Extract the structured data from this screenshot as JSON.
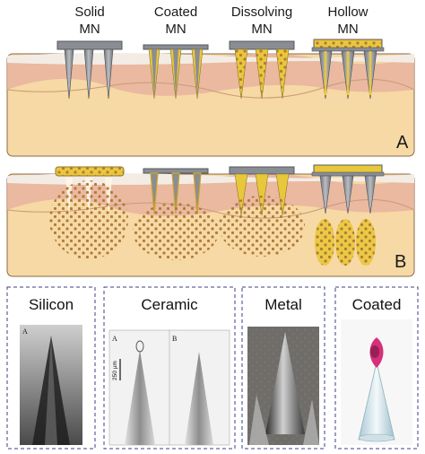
{
  "top_labels": [
    {
      "line1": "Solid",
      "line2": "MN"
    },
    {
      "line1": "Coated",
      "line2": "MN"
    },
    {
      "line1": "Dissolving",
      "line2": "MN"
    },
    {
      "line1": "Hollow",
      "line2": "MN"
    }
  ],
  "panel_letters": {
    "a": "A",
    "b": "B"
  },
  "photos": [
    {
      "title": "Silicon",
      "marks": [
        "A"
      ]
    },
    {
      "title": "Ceramic",
      "marks": [
        "A",
        "B"
      ],
      "scale_bar": "250 µm"
    },
    {
      "title": "Metal",
      "marks": []
    },
    {
      "title": "Coated",
      "marks": []
    }
  ],
  "colors": {
    "skin_dermis": "#f6d9a4",
    "skin_epidermis": "#e8b3a0",
    "stratum_corneum": "#f3ece5",
    "needle_gray": "#8a8d93",
    "coating_yellow": "#e9c73a",
    "drug_dot": "#b07a3a",
    "frame_dash": "#3b3f8a"
  }
}
